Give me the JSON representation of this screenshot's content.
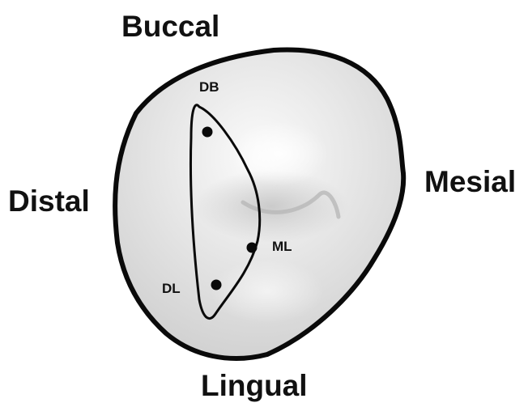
{
  "orientation_labels": {
    "buccal": "Buccal",
    "lingual": "Lingual",
    "distal": "Distal",
    "mesial": "Mesial"
  },
  "points": [
    {
      "id": "DB",
      "label": "DB"
    },
    {
      "id": "ML",
      "label": "ML"
    },
    {
      "id": "DL",
      "label": "DL"
    }
  ],
  "colors": {
    "outline": "#0a0a0a",
    "tooth_fill": "#e6e6e6",
    "highlight": "#fafafa",
    "shadow": "#bdbdbd"
  }
}
